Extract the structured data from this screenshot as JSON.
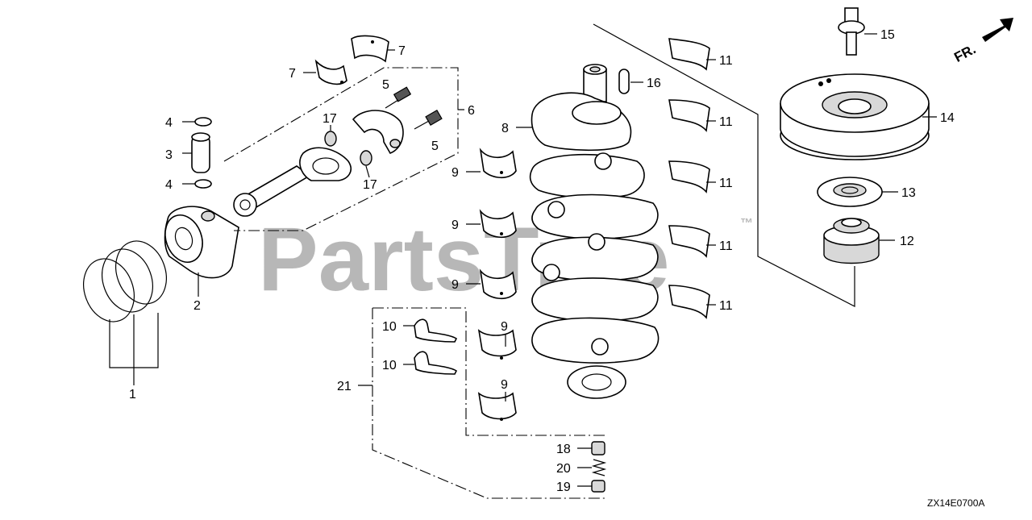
{
  "watermark": {
    "text": "PartsTree",
    "mark": "™"
  },
  "direction_label": "FR.",
  "diagram_code": "ZX14E0700A",
  "callouts": [
    {
      "id": "c1",
      "text": "1"
    },
    {
      "id": "c2",
      "text": "2"
    },
    {
      "id": "c3",
      "text": "3"
    },
    {
      "id": "c4a",
      "text": "4"
    },
    {
      "id": "c4b",
      "text": "4"
    },
    {
      "id": "c5a",
      "text": "5"
    },
    {
      "id": "c5b",
      "text": "5"
    },
    {
      "id": "c6",
      "text": "6"
    },
    {
      "id": "c7a",
      "text": "7"
    },
    {
      "id": "c7b",
      "text": "7"
    },
    {
      "id": "c8",
      "text": "8"
    },
    {
      "id": "c9a",
      "text": "9"
    },
    {
      "id": "c9b",
      "text": "9"
    },
    {
      "id": "c9c",
      "text": "9"
    },
    {
      "id": "c9d",
      "text": "9"
    },
    {
      "id": "c9e",
      "text": "9"
    },
    {
      "id": "c10a",
      "text": "10"
    },
    {
      "id": "c10b",
      "text": "10"
    },
    {
      "id": "c11a",
      "text": "11"
    },
    {
      "id": "c11b",
      "text": "11"
    },
    {
      "id": "c11c",
      "text": "11"
    },
    {
      "id": "c11d",
      "text": "11"
    },
    {
      "id": "c11e",
      "text": "11"
    },
    {
      "id": "c12",
      "text": "12"
    },
    {
      "id": "c13",
      "text": "13"
    },
    {
      "id": "c14",
      "text": "14"
    },
    {
      "id": "c15",
      "text": "15"
    },
    {
      "id": "c16",
      "text": "16"
    },
    {
      "id": "c17a",
      "text": "17"
    },
    {
      "id": "c17b",
      "text": "17"
    },
    {
      "id": "c18",
      "text": "18"
    },
    {
      "id": "c19",
      "text": "19"
    },
    {
      "id": "c20",
      "text": "20"
    },
    {
      "id": "c21",
      "text": "21"
    }
  ]
}
